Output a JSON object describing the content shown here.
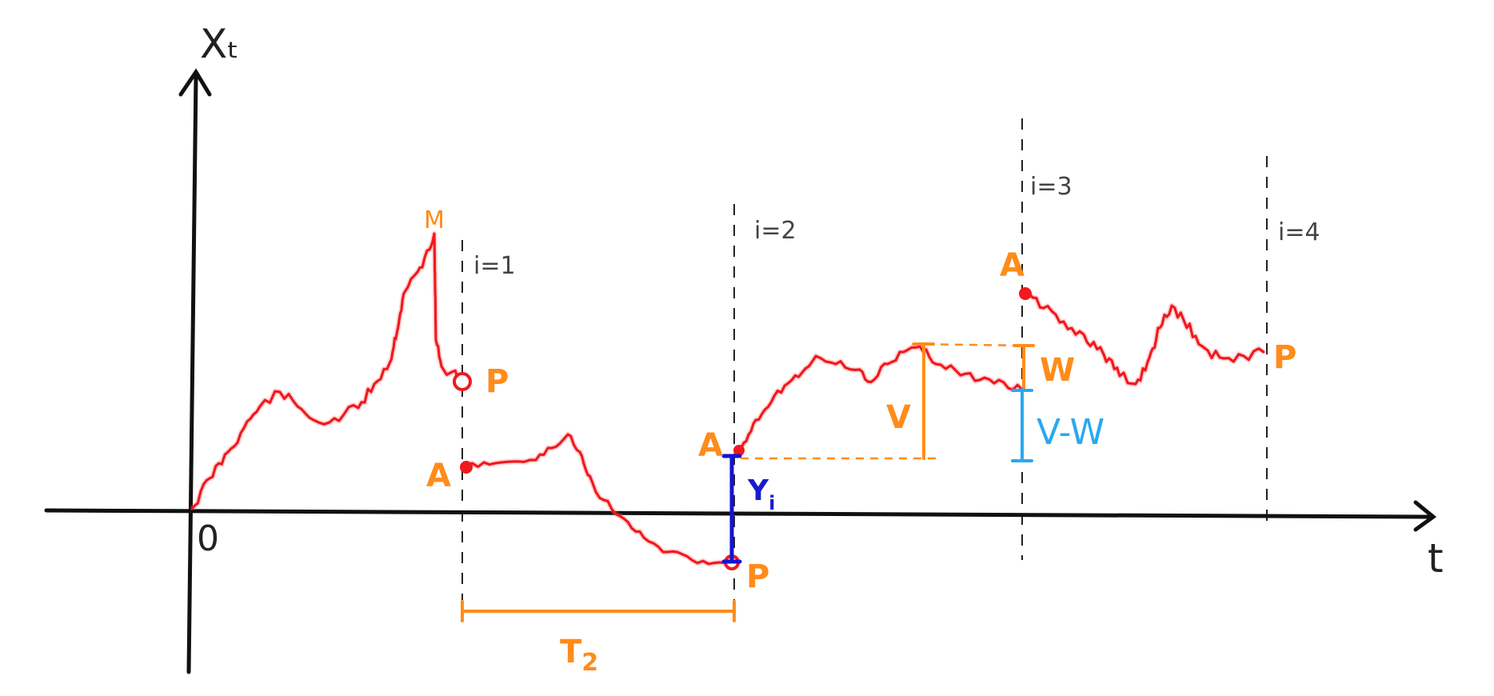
{
  "axes": {
    "y_label": "Xₜ",
    "x_label": "t",
    "origin": "0"
  },
  "renewal_markers": [
    "i=1",
    "i=2",
    "i=3",
    "i=4"
  ],
  "labels": {
    "max_point": "M",
    "peak_label_1": "P",
    "start_label_2": "A",
    "peak_label_2": "P",
    "start_label_3": "A",
    "start_label_4": "A",
    "end_label_4": "P",
    "jump_size": "Y",
    "jump_size_index": "i",
    "interval_length": "T",
    "interval_length_index": "2",
    "rise": "V",
    "drop": "W",
    "difference": "V-W"
  },
  "colors": {
    "path": "#f0191e",
    "annotation_orange": "#ff8c1a",
    "jump_blue": "#1414d2",
    "difference_cyan": "#29a8f0",
    "axis": "#111111"
  }
}
